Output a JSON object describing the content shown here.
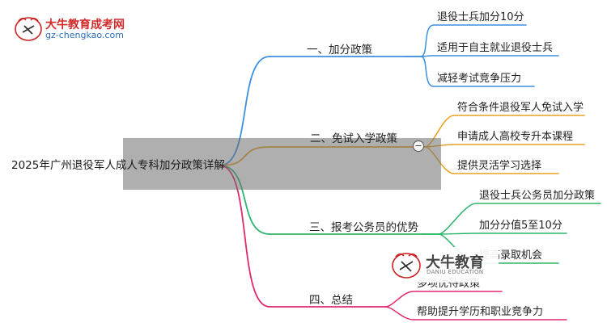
{
  "logo": {
    "name": "大牛教育成考网",
    "url": "gz-chengkao.com",
    "accent": "#d32b2b",
    "url_color": "#2f6db3"
  },
  "watermark": {
    "name": "大牛教育",
    "sub": "DANIU EDUCATION"
  },
  "root": {
    "label": "2025年广州退役军人成人专科加分政策详解"
  },
  "branches": [
    {
      "label": "一、加分政策",
      "color": "#3d8fe0",
      "leaves": [
        "退役士兵加分10分",
        "适用于自主就业退役士兵",
        "减轻考试竞争压力"
      ]
    },
    {
      "label": "二、免试入学政策",
      "color": "#e6a020",
      "collapse_glyph": "−",
      "leaves": [
        "符合条件退役军人免试入学",
        "申请成人高校专升本课程",
        "提供灵活学习选择"
      ]
    },
    {
      "label": "三、报考公务员的优势",
      "color": "#2cb56a",
      "leaves": [
        "退役士兵公务员加分政策",
        "加分分值5至10分",
        "提高录取机会"
      ]
    },
    {
      "label": "四、总结",
      "color": "#e0286e",
      "leaves": [
        "多项优待政策",
        "帮助提升学历和职业竞争力"
      ]
    }
  ]
}
